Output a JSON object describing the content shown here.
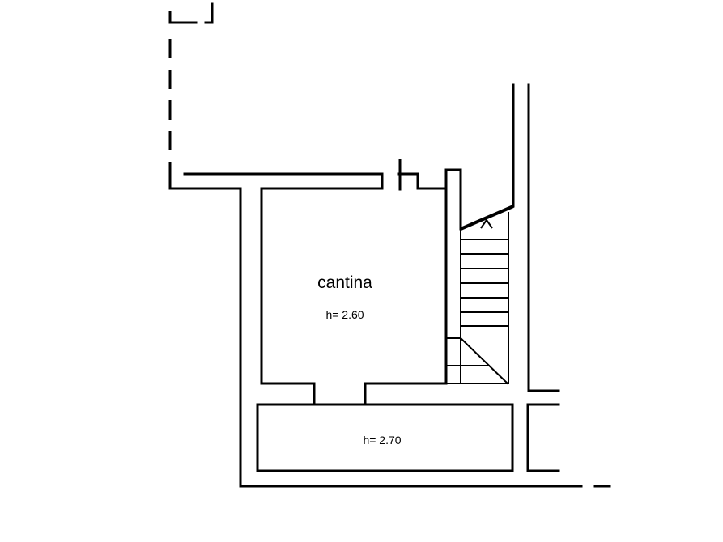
{
  "rooms": {
    "cantina": {
      "name": "cantina",
      "height": "h= 2.60"
    },
    "lower_room": {
      "height": "h= 2.70"
    }
  }
}
